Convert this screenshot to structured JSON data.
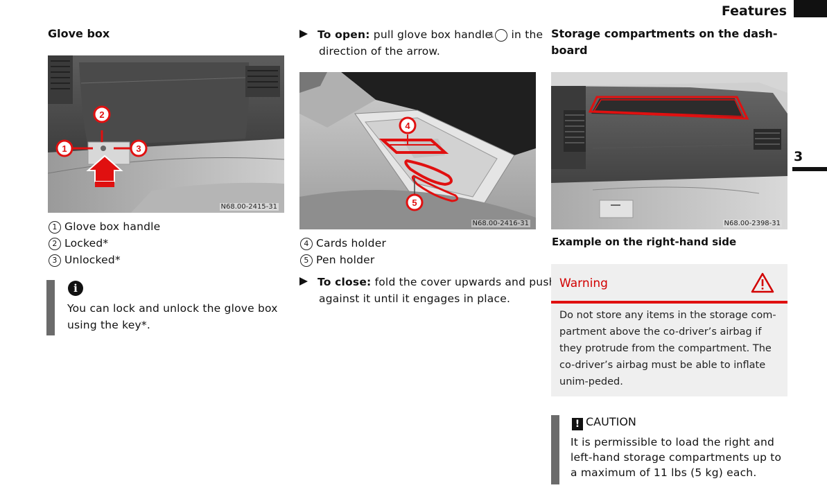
{
  "header": {
    "title": "Features",
    "chapter": "3"
  },
  "col1": {
    "title": "Glove box",
    "figure_caption": "N68.00-2415-31",
    "items": [
      {
        "num": "1",
        "label": "Glove box handle"
      },
      {
        "num": "2",
        "label": "Locked*"
      },
      {
        "num": "3",
        "label": "Unlocked*"
      }
    ],
    "info_icon": "i",
    "info_text": "You can lock and unlock the glove box using the key*."
  },
  "col2": {
    "open_label": "To open:",
    "open_text_a": "pull glove box handle",
    "open_num": "1",
    "open_text_b": "in the direction of the arrow.",
    "figure_caption": "N68.00-2416-31",
    "items": [
      {
        "num": "4",
        "label": "Cards holder"
      },
      {
        "num": "5",
        "label": "Pen holder"
      }
    ],
    "close_label": "To close:",
    "close_text": "fold the cover upwards and push against it until it engages in place."
  },
  "col3": {
    "title": "Storage compartments on the dash-board",
    "title_line1": "Storage compartments on the dash-",
    "title_line2": "board",
    "figure_caption": "N68.00-2398-31",
    "figure_subtitle": "Example on the right-hand side",
    "warning_title": "Warning",
    "warning_text": "Do not store any items in the storage com-partment above the co-driver’s airbag if they protrude from the compartment. The co-driver’s airbag must be able to inflate unim-peded.",
    "caution_icon": "!",
    "caution_title": "CAUTION",
    "caution_text": "It is permissible to load the right and left-hand storage compartments up to a maximum of 11 lbs (5 kg) each."
  },
  "colors": {
    "accent_red": "#e01010",
    "warning_red": "#d20000",
    "note_bar": "#6b6b6b",
    "box_bg": "#efefef"
  }
}
